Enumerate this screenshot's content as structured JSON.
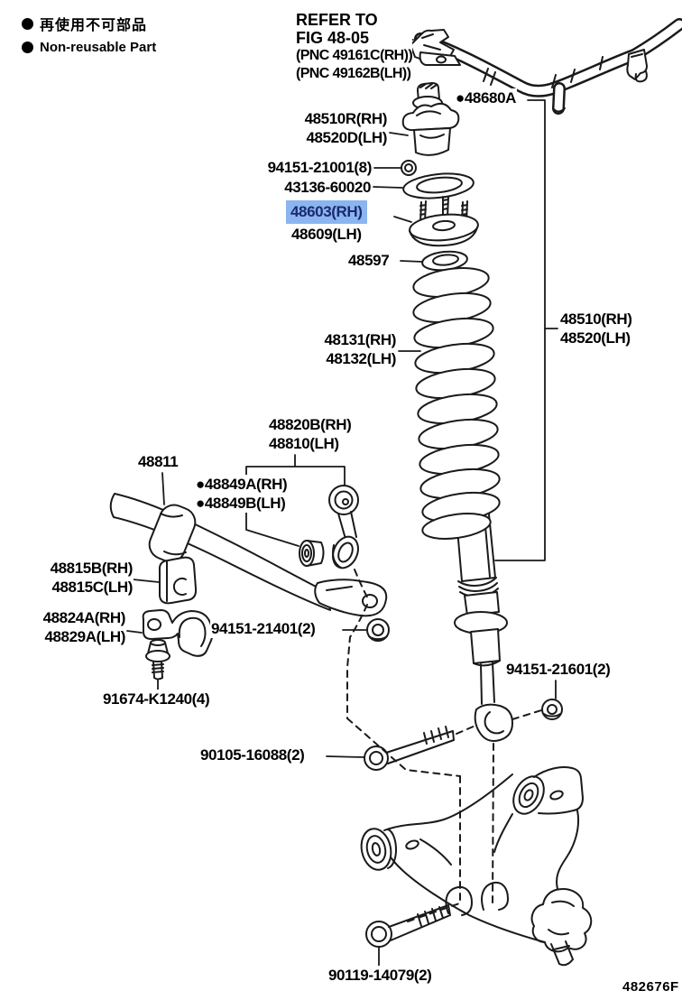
{
  "legend": {
    "jp": "再使用不可部品",
    "en": "Non-reusable Part"
  },
  "note": {
    "line1": "REFER TO",
    "line2": "FIG 48-05",
    "line3": "(PNC 49161C(RH))",
    "line4": "(PNC 49162B(LH))"
  },
  "colors": {
    "line": "#1a1a1a",
    "highlight_bg": "#8ab5f0",
    "highlight_text": "#1b2a6b"
  },
  "parts": {
    "p48680A": {
      "text": "●48680A"
    },
    "p48510R": {
      "line1": "48510R(RH)",
      "line2": "48520D(LH)"
    },
    "p94151_21001": {
      "text": "94151-21001(8)"
    },
    "p43136": {
      "text": "43136-60020"
    },
    "p48603": {
      "text": "48603(RH)",
      "highlighted": true
    },
    "p48609": {
      "text": "48609(LH)"
    },
    "p48597": {
      "text": "48597"
    },
    "p48131": {
      "line1": "48131(RH)",
      "line2": "48132(LH)"
    },
    "p48510": {
      "line1": "48510(RH)",
      "line2": "48520(LH)"
    },
    "p48820B": {
      "line1": "48820B(RH)",
      "line2": "48810(LH)"
    },
    "p48811": {
      "text": "48811"
    },
    "p48849": {
      "line1": "●48849A(RH)",
      "line2": "●48849B(LH)"
    },
    "p48815": {
      "line1": "48815B(RH)",
      "line2": "48815C(LH)"
    },
    "p48824": {
      "line1": "48824A(RH)",
      "line2": "48829A(LH)"
    },
    "p94151_21401": {
      "text": "94151-21401(2)"
    },
    "p91674": {
      "text": "91674-K1240(4)"
    },
    "p94151_21601": {
      "text": "94151-21601(2)"
    },
    "p90105": {
      "text": "90105-16088(2)"
    },
    "p90119": {
      "text": "90119-14079(2)"
    }
  },
  "diagram_code": "482676F"
}
